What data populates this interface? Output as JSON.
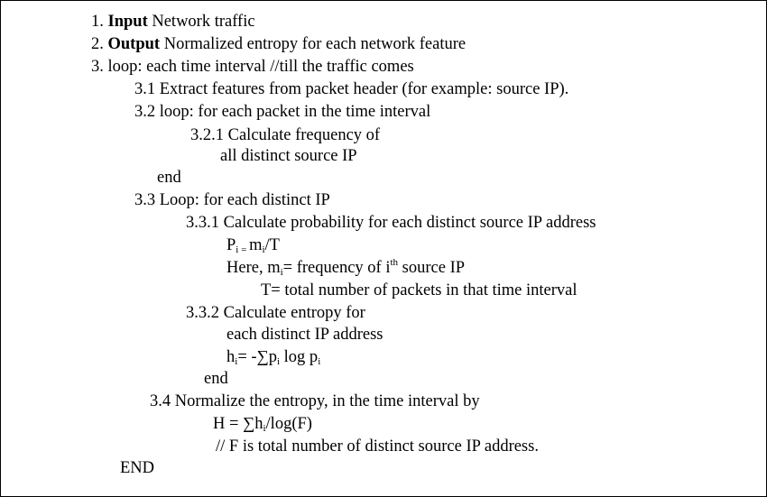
{
  "algorithm": {
    "l1": {
      "num": "1. ",
      "key": "Input",
      "rest": " Network traffic"
    },
    "l2": {
      "num": "2. ",
      "key": "Output",
      "rest": " Normalized entropy for each network feature"
    },
    "l3": "3. loop: each time interval  //till the traffic comes",
    "l31": "3.1 Extract features from packet header (for example: source IP).",
    "l32": "3.2 loop: for each packet in the time interval",
    "l321a": "3.2.1 Calculate frequency of",
    "l321b": "all distinct source IP",
    "end1": "end",
    "l33": "3.3 Loop: for each distinct IP",
    "l331": "3.3.1 Calculate probability for each distinct source IP address",
    "p_formula": {
      "a": "P",
      "b": "i = ",
      "c": "m",
      "d": "i",
      "e": "/T"
    },
    "here": {
      "a": "Here, m",
      "b": "i",
      "c": "= frequency of i",
      "d": "th",
      "e": "  source IP"
    },
    "t_def": "T= total number of packets in that time interval",
    "l332a": "3.3.2 Calculate entropy for",
    "l332b": "each distinct IP address",
    "h_formula": {
      "a": "h",
      "b": "i",
      "c": "= -∑p",
      "d": "i",
      "e": " log p",
      "f": "i"
    },
    "end2": "end",
    "l34": "3.4 Normalize the entropy, in the time interval by",
    "H_formula": {
      "a": "H = ∑h",
      "b": "i",
      "c": "/log(F)"
    },
    "f_comment": "// F is total number of distinct source IP address.",
    "end_final": "END"
  }
}
